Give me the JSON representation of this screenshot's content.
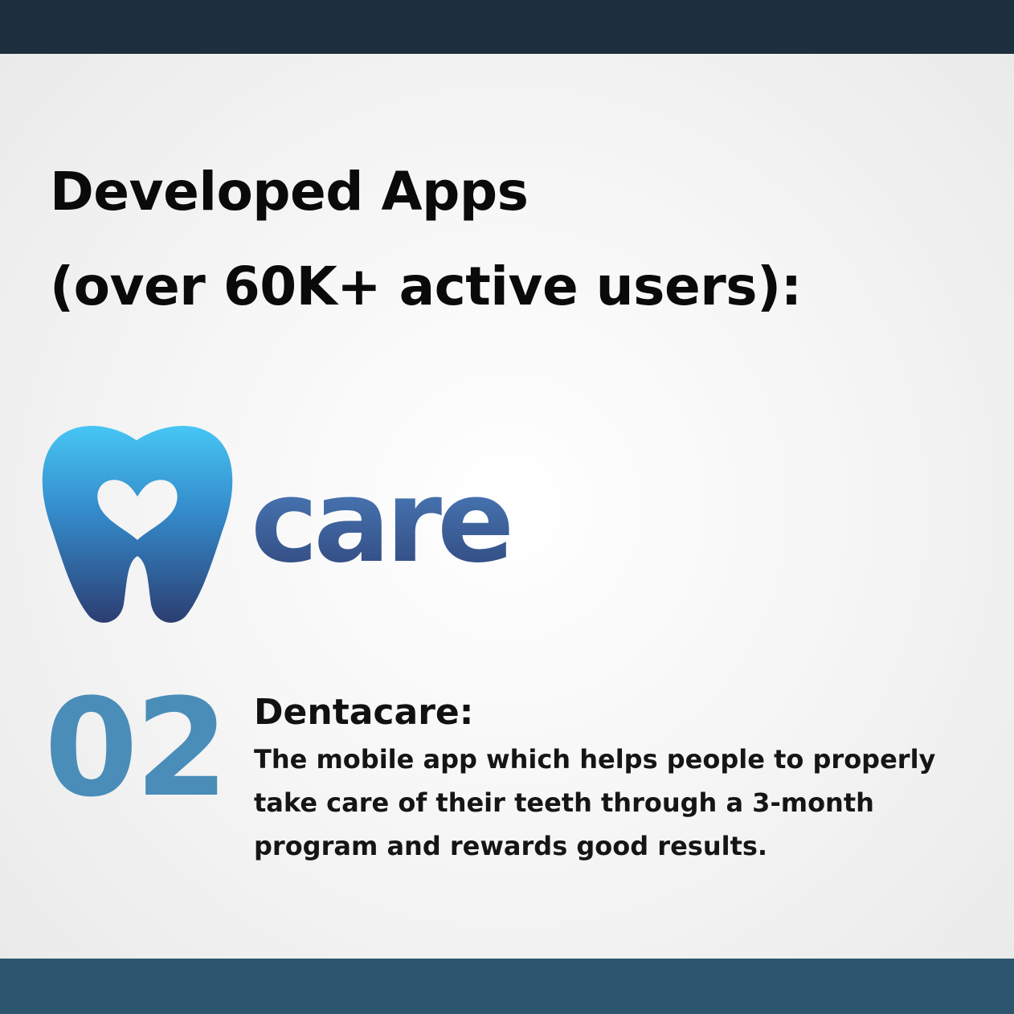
{
  "header": {
    "title_line1": "Developed Apps",
    "title_line2": "(over 60K+ active users):"
  },
  "logo": {
    "icon": "tooth-heart-icon",
    "wordmark": "care",
    "colors": {
      "gradient_top": "#46c6f4",
      "gradient_bottom": "#2c3e72"
    }
  },
  "app": {
    "number": "02",
    "name": "Dentacare:",
    "description_lines": [
      "The mobile app which helps people to properly",
      "take care of their teeth through a 3-month",
      "program and rewards good results."
    ]
  },
  "colors": {
    "top_bar": "#1b2f3e",
    "bottom_bar": "#2c566f",
    "accent_number": "#4a8db8"
  }
}
